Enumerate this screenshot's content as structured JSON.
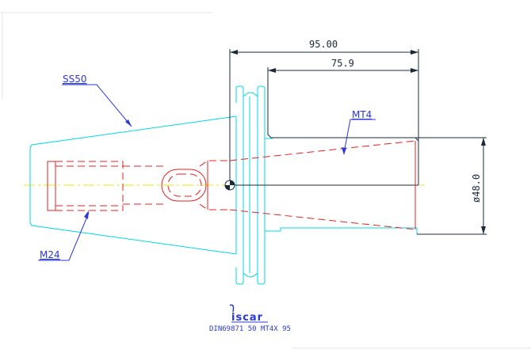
{
  "dimensions": {
    "overall_length": "95.00",
    "bore_depth": "75.9",
    "diameter": "ø48.0"
  },
  "labels": {
    "taper": "SS50",
    "morse_taper": "MT4",
    "thread": "M24"
  },
  "branding": {
    "logo": "iscar",
    "designation": "DIN69871 50 MT4X 95"
  },
  "colors": {
    "body_outline": "#00d8e8",
    "hidden_lines": "#e82020",
    "leaders": "#2838d8",
    "centerline": "#e8e800",
    "dimension_lines": "#1a2a3a"
  }
}
